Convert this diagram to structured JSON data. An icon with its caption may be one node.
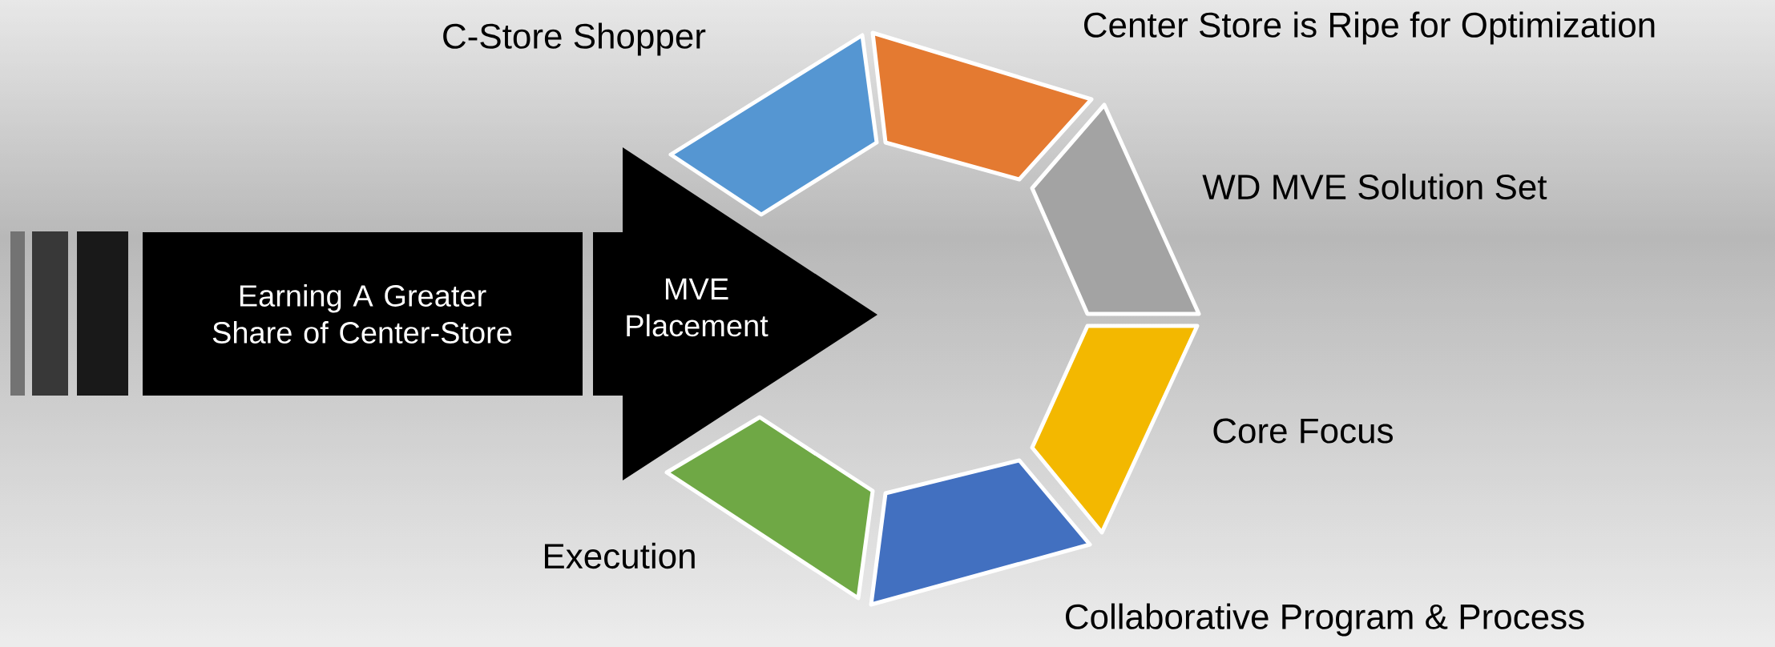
{
  "diagram": {
    "nodes": [
      {
        "text": [
          "Earning A Greater Share of Center-Store"
        ]
      },
      {
        "text": [
          "MVE Placement"
        ]
      },
      {
        "text": [],
        "shape": "box",
        "beside": [
          "C-Store Shopper"
        ]
      },
      {
        "text": [],
        "shape": "box",
        "beside": [
          "Center Store is Ripe for Optimization"
        ]
      },
      {
        "text": [],
        "shape": "box",
        "beside": [
          "WD MVE Solution Set"
        ]
      },
      {
        "text": [],
        "shape": "box",
        "beside": [
          "Core Focus"
        ]
      },
      {
        "text": [],
        "shape": "box",
        "beside": [
          "Collaborative Program & Process"
        ]
      },
      {
        "text": [],
        "shape": "box",
        "beside": [
          "Execution"
        ]
      }
    ]
  }
}
